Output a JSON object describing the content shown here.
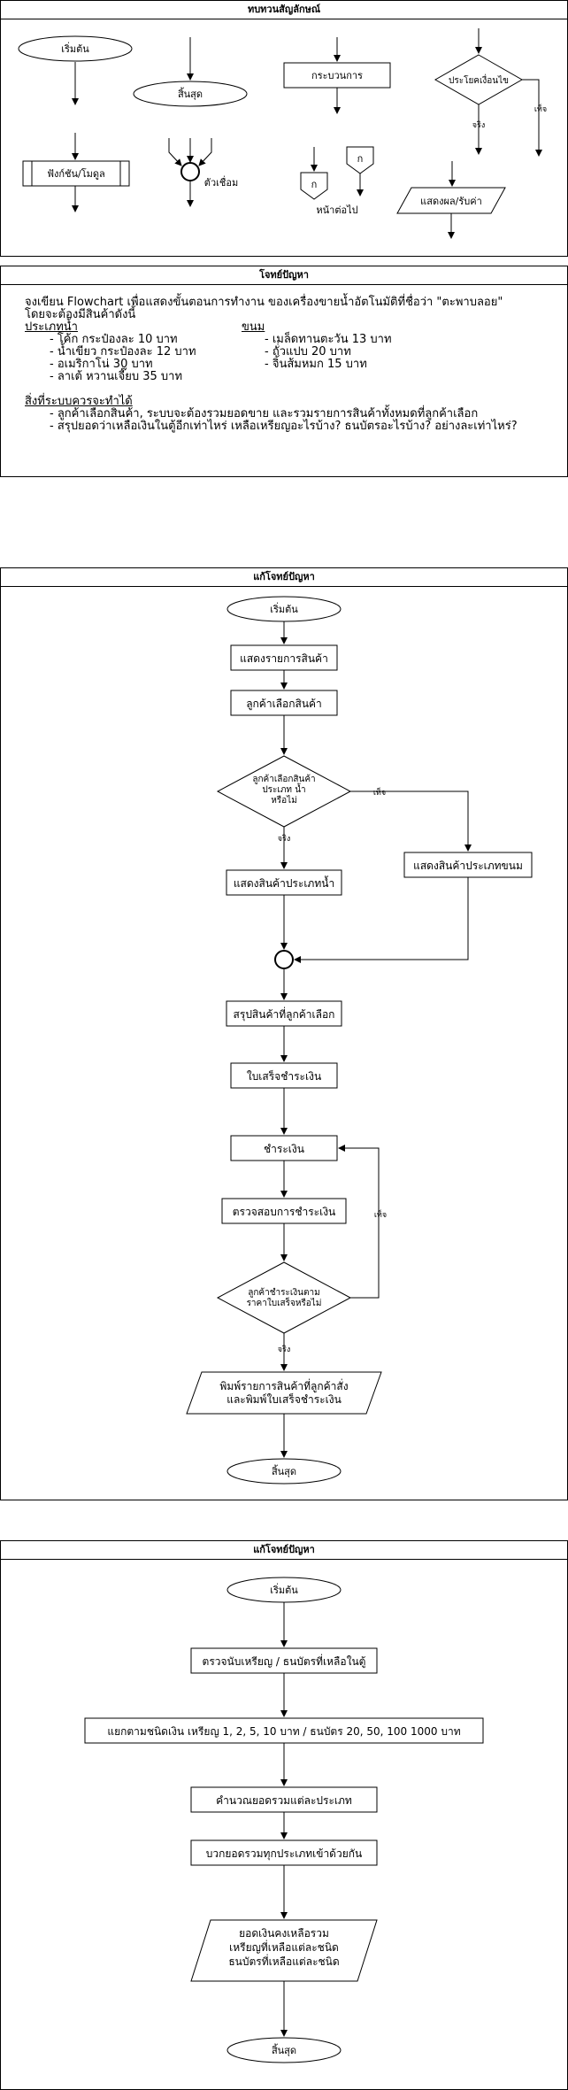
{
  "symbols_panel": {
    "title": "ทบทวนสัญลักษณ์",
    "start": "เริ่มต้น",
    "end": "สิ้นสุด",
    "process": "กระบวนการ",
    "decision": "ประโยคเงื่อนไข",
    "false_label": "เท็จ",
    "true_label": "จริง",
    "function": "ฟังก์ชัน/โมดูล",
    "connector": "ตัวเชื่อม",
    "offpage_n": "ก",
    "offpage_label": "หน้าต่อไป",
    "io": "แสดงผล/รับค่า"
  },
  "problem_panel": {
    "title": "โจทย์ปัญหา",
    "line1": "จงเขียน Flowchart เพื่อแสดงขั้นตอนการทำงาน ของเครื่องขายน้ำอัตโนมัติที่ชื่อว่า \"ตะพาบลอย\"",
    "line2": "โดยจะต้องมีสินค้าดังนี้",
    "drinks_heading": "ประเภทน้ำ",
    "drinks": [
      "- โค้ก กระป๋องละ 10 บาท",
      "- น้ำเขียว กระป๋องละ 12 บาท",
      "- อเมริกาโน่ 30 บาท",
      "- ลาเต้ หวานเจี๊ยบ 35 บาท"
    ],
    "snacks_heading": "ขนม",
    "snacks": [
      "- เมล็ดทานตะวัน 13 บาท",
      "- ถั่วแปบ 20 บาท",
      "- จิ้นส้มหมก 15 บาท"
    ],
    "requirements_heading": "สิ่งที่ระบบควรจะทำได้",
    "requirements": [
      "- ลูกค้าเลือกสินค้า, ระบบจะต้องรวมยอดขาย และรวมรายการสินค้าทั้งหมดที่ลูกค้าเลือก",
      "- สรุปยอดว่าเหลือเงินในตู้อีกเท่าไหร่ เหลือเหรียญอะไรบ้าง? ธนบัตรอะไรบ้าง? อย่างละเท่าไหร่?"
    ]
  },
  "solution1": {
    "title": "แก้โจทย์ปัญหา",
    "start": "เริ่มต้น",
    "show_items": "แสดงรายการสินค้า",
    "choose": "ลูกค้าเลือกสินค้า",
    "decision_lines": [
      "ลูกค้าเลือกสินค้า",
      "ประเภท น้ำ",
      "หรือไม่"
    ],
    "false_label": "เท็จ",
    "true_label": "จริง",
    "show_drinks": "แสดงสินค้าประเภทน้ำ",
    "show_snacks": "แสดงสินค้าประเภทขนม",
    "summary": "สรุปสินค้าที่ลูกค้าเลือก",
    "invoice": "ใบเสร็จชำระเงิน",
    "pay": "ชำระเงิน",
    "verify": "ตรวจสอบการชำระเงิน",
    "decision2_lines": [
      "ลูกค้าชำระเงินตาม",
      "ราคาใบเสร็จหรือไม่"
    ],
    "false_label2": "เท็จ",
    "true_label2": "จริง",
    "print_lines": [
      "พิมพ์รายการสินค้าที่ลูกค้าสั่ง",
      "และพิมพ์ใบเสร็จชำระเงิน"
    ],
    "end": "สิ้นสุด"
  },
  "solution2": {
    "title": "แก้โจทย์ปัญหา",
    "start": "เริ่มต้น",
    "count": "ตรวจนับเหรียญ / ธนบัตรที่เหลือในตู้",
    "separate": "แยกตามชนิดเงิน เหรียญ 1, 2, 5, 10 บาท / ธนบัตร 20, 50, 100 1000 บาท",
    "calc": "คำนวณยอดรวมแต่ละประเภท",
    "sum": "บวกยอดรวมทุกประเภทเข้าด้วยกัน",
    "output_lines": [
      "ยอดเงินคงเหลือรวม",
      "เหรียญที่เหลือแต่ละชนิด",
      "ธนบัตรที่เหลือแต่ละชนิด"
    ],
    "end": "สิ้นสุด"
  }
}
